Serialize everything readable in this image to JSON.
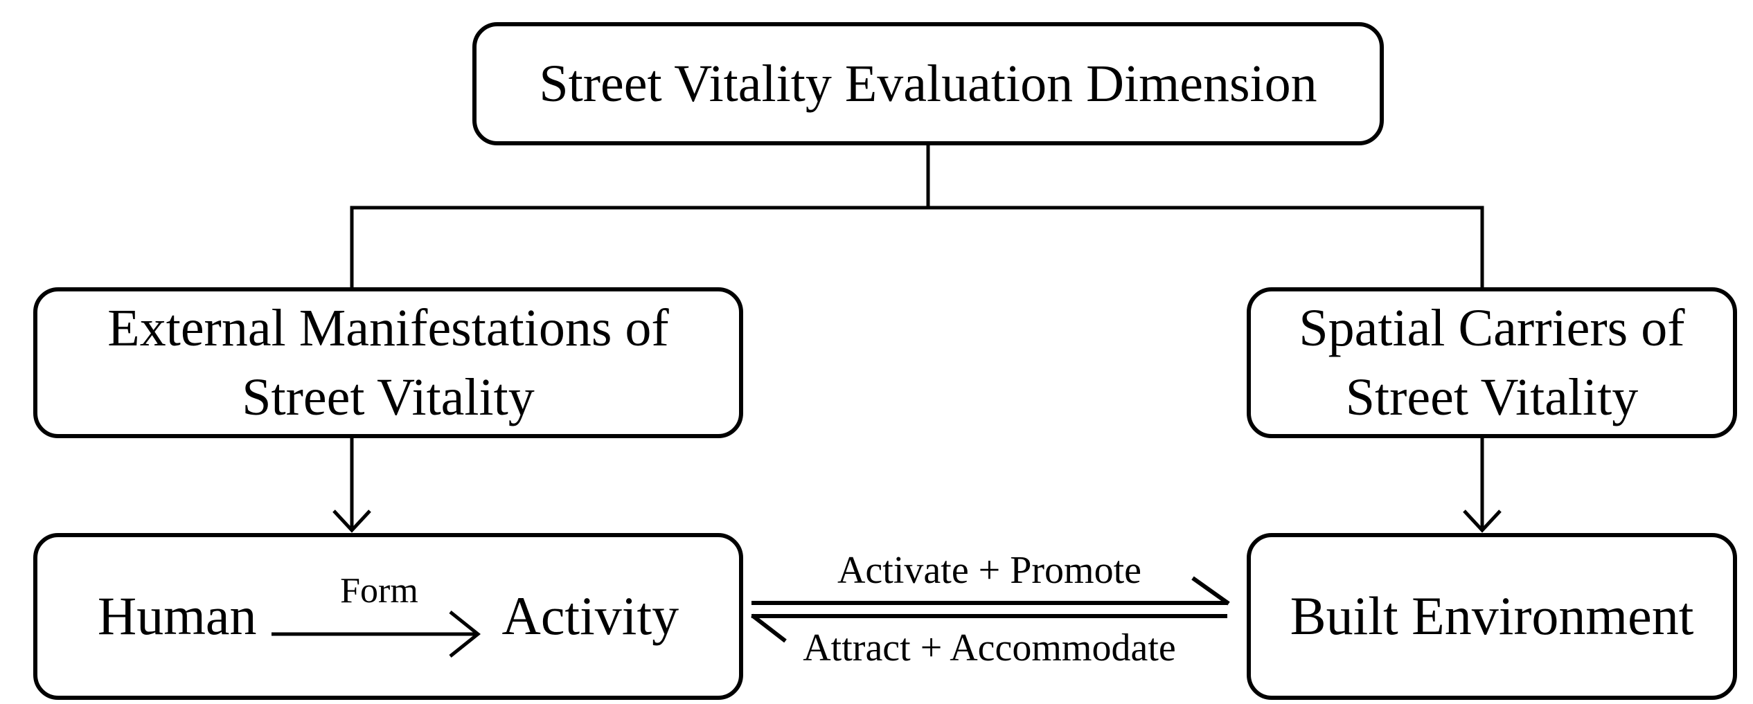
{
  "nodes": {
    "root": {
      "label": "Street Vitality Evaluation Dimension"
    },
    "external": {
      "line1": "External Manifestations of",
      "line2": "Street Vitality"
    },
    "spatial": {
      "line1": "Spatial Carriers of",
      "line2": "Street Vitality"
    },
    "human": {
      "label": "Human"
    },
    "activity": {
      "label": "Activity"
    },
    "built": {
      "label": "Built Environment"
    }
  },
  "edges": {
    "form_label": "Form",
    "forward_label": "Activate + Promote",
    "backward_label": "Attract + Accommodate"
  },
  "colors": {
    "ink": "#000000",
    "background": "#ffffff"
  }
}
